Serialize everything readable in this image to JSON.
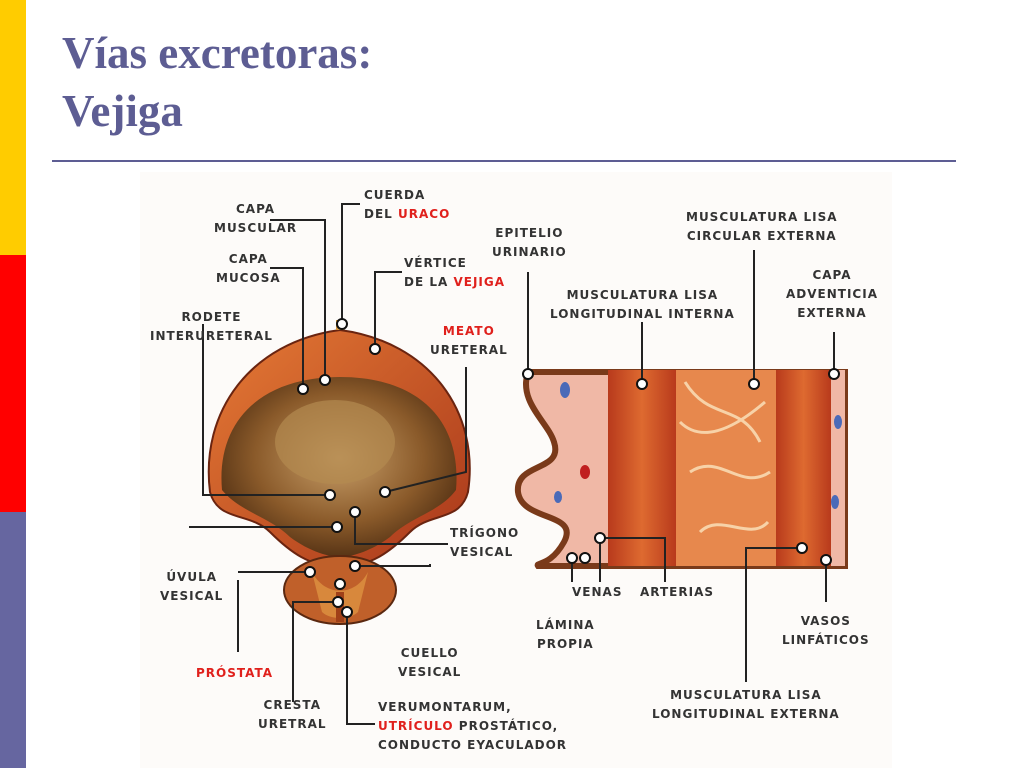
{
  "slide": {
    "title_line1": "Vías excretoras:",
    "title_line2": "Vejiga",
    "accent_colors": {
      "yellow": "#ffcc00",
      "red": "#ff0000",
      "blue": "#6666a0",
      "title": "#5d5d93"
    }
  },
  "labels": {
    "capa_muscular": [
      "CAPA",
      "MUSCULAR"
    ],
    "capa_mucosa": [
      "CAPA",
      "MUCOSA"
    ],
    "rodete": [
      "RODETE",
      "INTERURETERAL"
    ],
    "cuerda_l1": "CUERDA",
    "cuerda_l2a": "DEL ",
    "cuerda_l2b": "URACO",
    "vertice_l1": "VÉRTICE",
    "vertice_l2a": "DE LA ",
    "vertice_l2b": "VEJIGA",
    "meato_l1": "MEATO",
    "meato_l2": "URETERAL",
    "trigono": [
      "TRÍGONO",
      "VESICAL"
    ],
    "uvula": [
      "ÚVULA",
      "VESICAL"
    ],
    "prostata": "PRÓSTATA",
    "cresta": [
      "CRESTA",
      "URETRAL"
    ],
    "cuello": [
      "CUELLO",
      "VESICAL"
    ],
    "verum_l1": "VERUMONTARUM,",
    "verum_l2a": "UTRÍCULO",
    "verum_l2b": " PROSTÁTICO,",
    "verum_l3": "CONDUCTO EYACULADOR",
    "epitelio": [
      "EPITELIO",
      "URINARIO"
    ],
    "mli": [
      "MUSCULATURA LISA",
      "LONGITUDINAL INTERNA"
    ],
    "mlce": [
      "MUSCULATURA LISA",
      "CIRCULAR EXTERNA"
    ],
    "adventicia": [
      "CAPA",
      "ADVENTICIA",
      "EXTERNA"
    ],
    "venas": "VENAS",
    "arterias": "ARTERIAS",
    "lamina": [
      "LÁMINA",
      "PROPIA"
    ],
    "vasos": [
      "VASOS",
      "LINFÁTICOS"
    ],
    "mle": [
      "MUSCULATURA LISA",
      "LONGITUDINAL EXTERNA"
    ]
  }
}
